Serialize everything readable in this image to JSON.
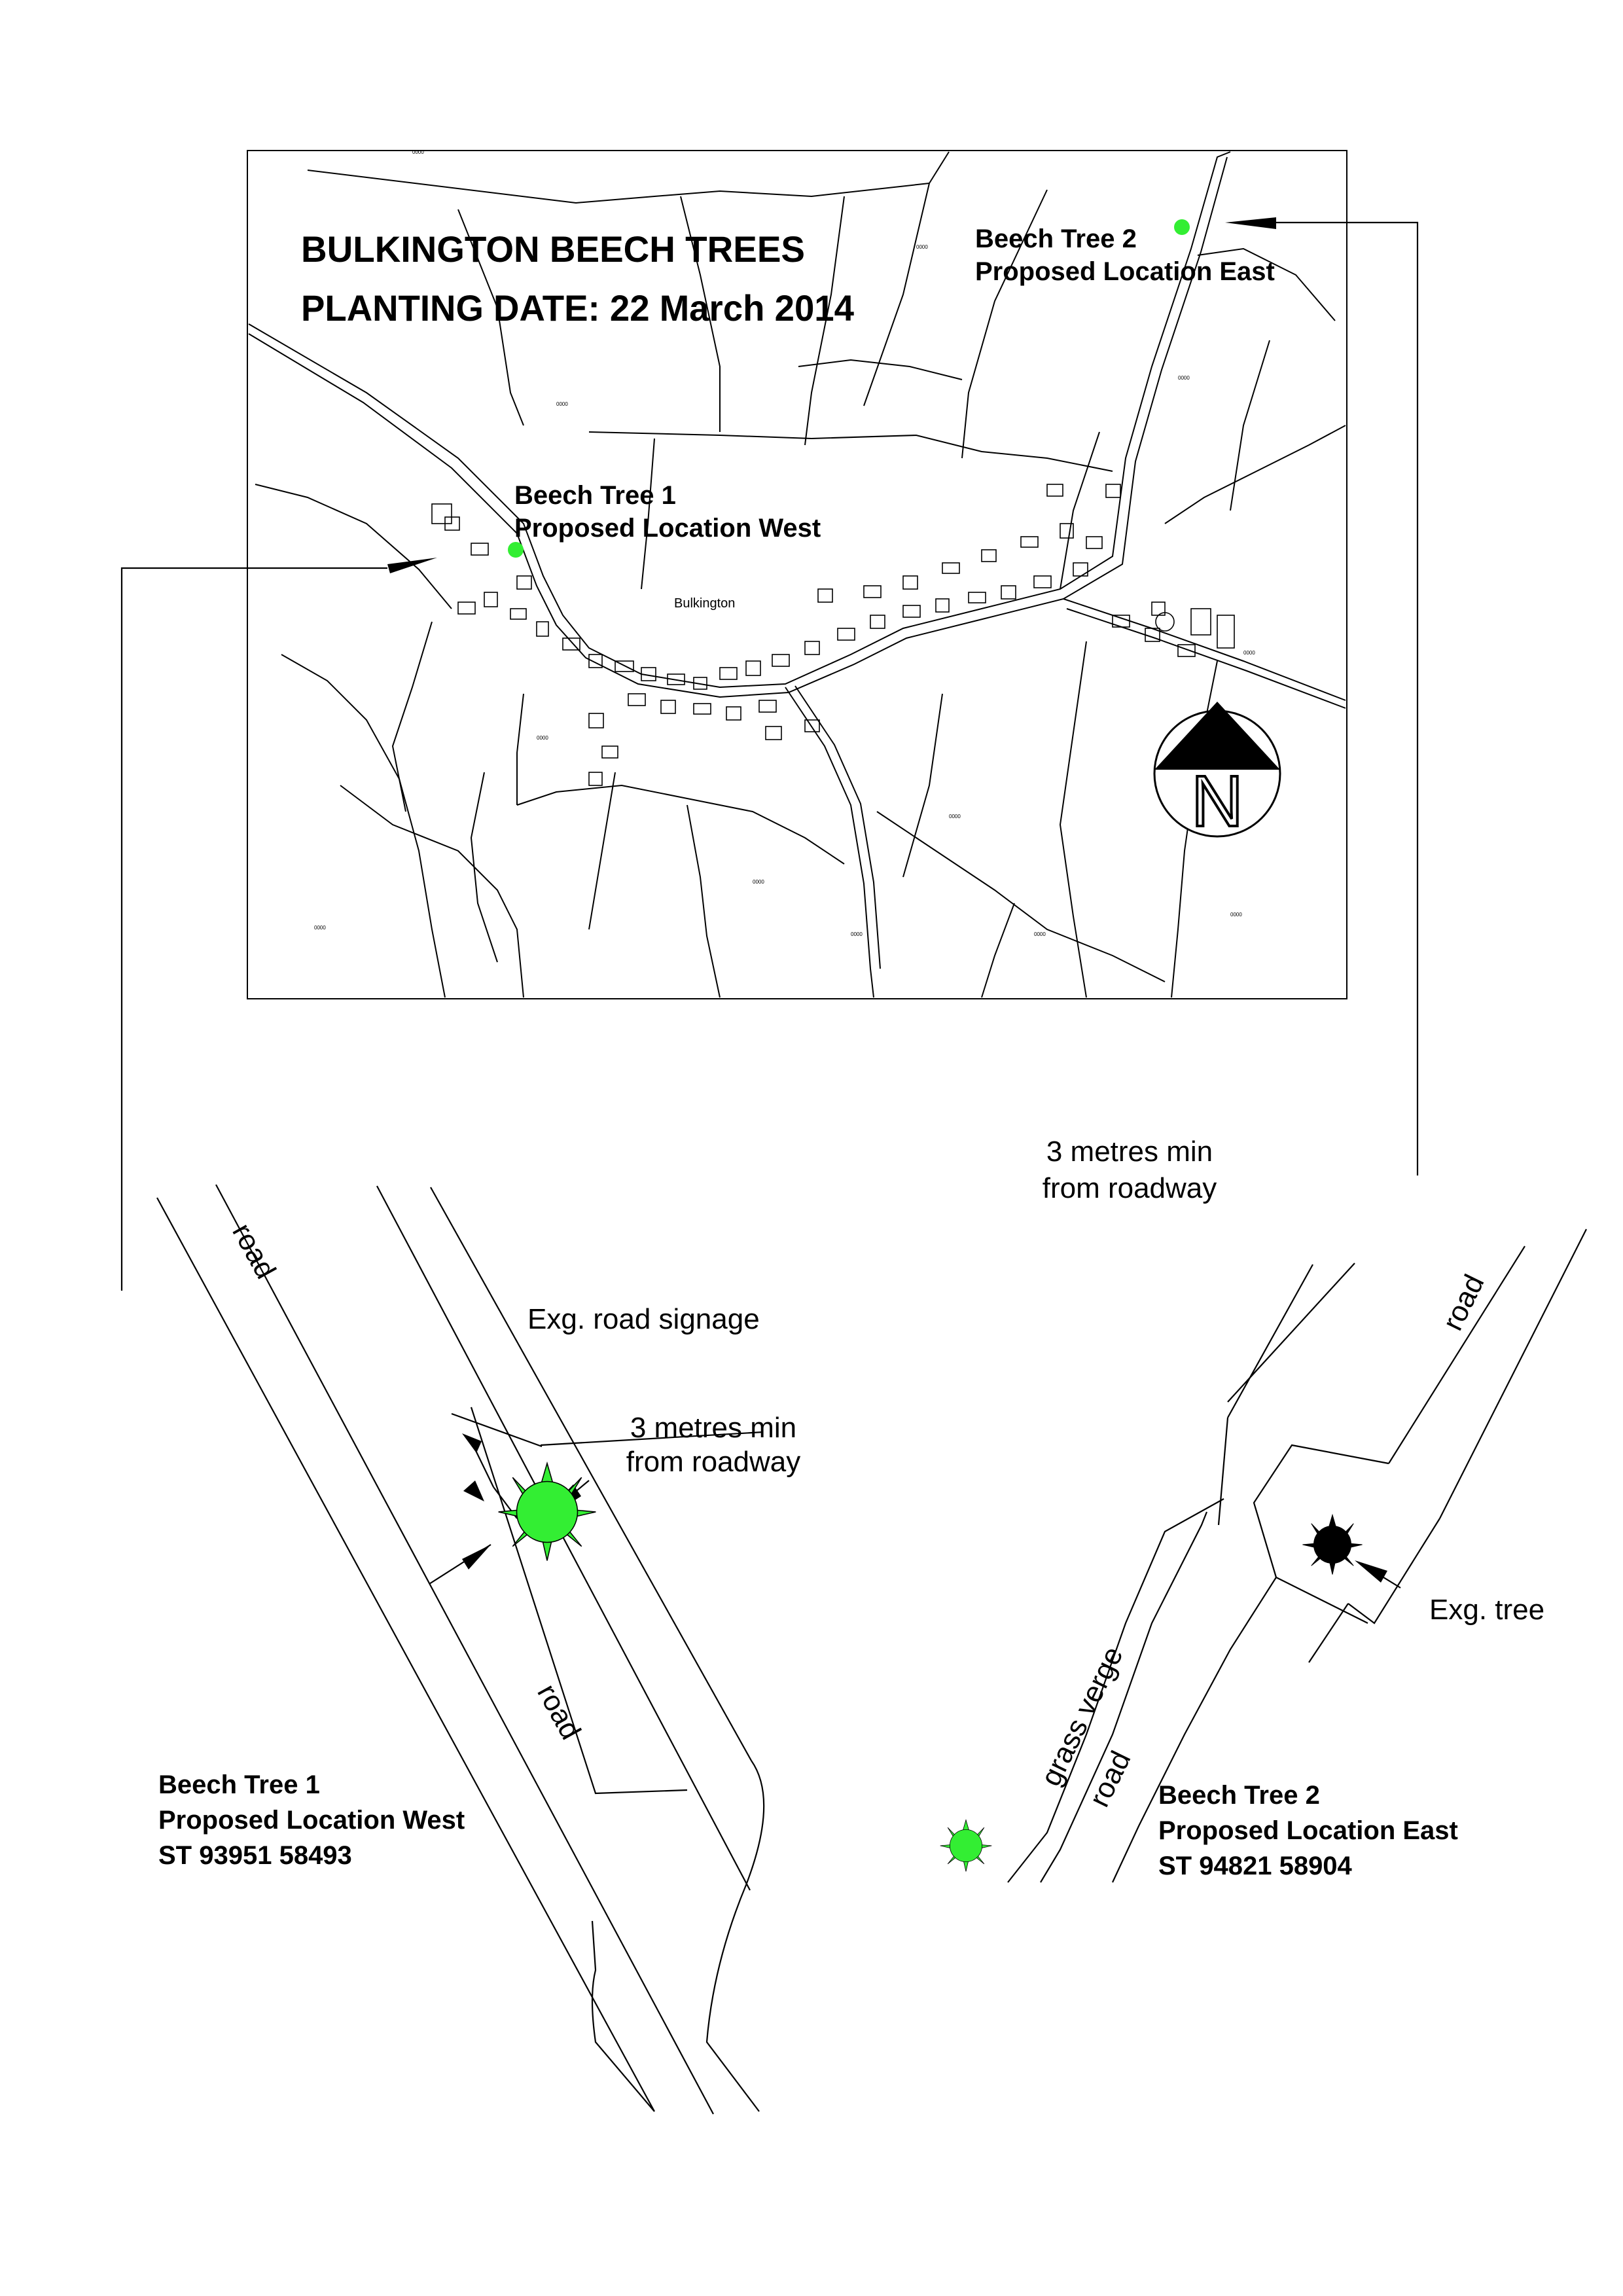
{
  "map": {
    "title_line1": "BULKINGTON BEECH TREES",
    "title_line2": "PLANTING DATE: 22 March 2014",
    "tree1_label_line1": "Beech Tree 1",
    "tree1_label_line2": "Proposed Location West",
    "tree2_label_line1": "Beech Tree 2",
    "tree2_label_line2": "Proposed Location East",
    "village_label": "Bulkington",
    "north_letter": "N"
  },
  "detail_west": {
    "road_label_1": "road",
    "road_label_2": "road",
    "signage_label": "Exg. road signage",
    "distance_line1": "3 metres min",
    "distance_line2": "from roadway",
    "title_line1": "Beech Tree 1",
    "title_line2": "Proposed Location West",
    "grid_ref": "ST 93951 58493"
  },
  "detail_east": {
    "distance_line1": "3 metres min",
    "distance_line2": "from roadway",
    "road_label_1": "road",
    "road_label_2": "road",
    "verge_label": "grass verge",
    "exg_tree_label": "Exg. tree",
    "title_line1": "Beech Tree 2",
    "title_line2": "Proposed Location East",
    "grid_ref": "ST 94821 58904"
  },
  "colors": {
    "tree_proposed": "#33ee33",
    "tree_existing": "#000000",
    "line": "#000000"
  }
}
